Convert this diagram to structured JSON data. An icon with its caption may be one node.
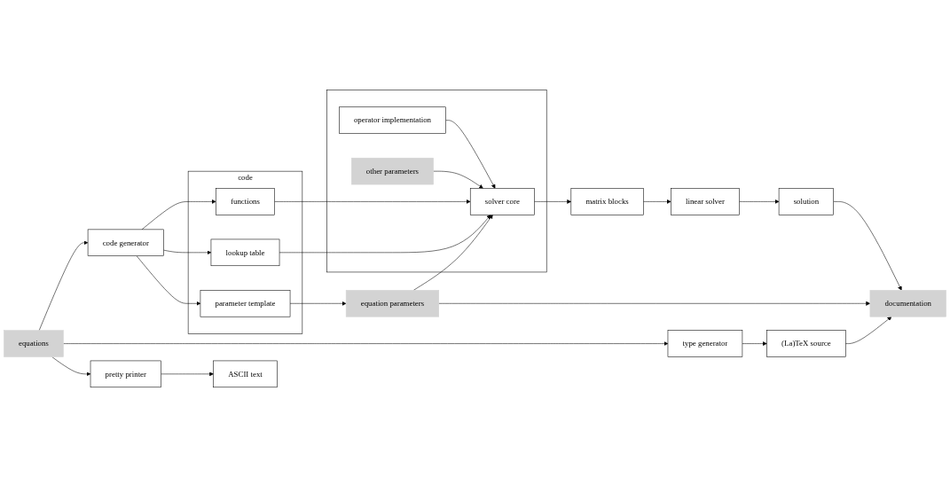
{
  "diagram": {
    "nodes": [
      {
        "text": [
          "code"
        ]
      },
      {
        "text": [
          "functions"
        ],
        "in": 0
      },
      {
        "text": [
          "lookup table"
        ],
        "in": 0
      },
      {
        "text": [
          "parameter template"
        ],
        "in": 0
      },
      {
        "text": [],
        "shape": "box"
      },
      {
        "text": [
          "operator implementation"
        ],
        "in": 4
      },
      {
        "text": [
          "solver core"
        ],
        "in": 4
      },
      {
        "text": [
          "other parameters"
        ],
        "in": 4
      },
      {
        "text": [
          "code generator"
        ]
      },
      {
        "text": [
          "equation parameters"
        ]
      },
      {
        "text": [
          "matrix blocks"
        ]
      },
      {
        "text": [
          "linear solver"
        ]
      },
      {
        "text": [
          "solution"
        ]
      },
      {
        "text": [
          "equations"
        ]
      },
      {
        "text": [
          "type generator"
        ]
      },
      {
        "text": [
          "(La)TeX source"
        ]
      },
      {
        "text": [
          "documentation"
        ]
      },
      {
        "text": [
          "pretty printer"
        ]
      },
      {
        "text": [
          "ASCII text"
        ]
      }
    ],
    "edges": [
      {
        "from": 8,
        "to": 1,
        "arrow": "to"
      },
      {
        "from": 8,
        "to": 2,
        "arrow": "to"
      },
      {
        "from": 8,
        "to": 3,
        "arrow": "to"
      },
      {
        "from": 3,
        "to": 9,
        "arrow": "to"
      },
      {
        "from": 1,
        "to": 6,
        "arrow": "to"
      },
      {
        "from": 2,
        "to": 6,
        "arrow": "to"
      },
      {
        "from": 9,
        "to": 6,
        "arrow": "to"
      },
      {
        "from": 5,
        "to": 6,
        "arrow": "to"
      },
      {
        "from": 7,
        "to": 6,
        "arrow": "to"
      },
      {
        "from": 6,
        "to": 10,
        "arrow": "to"
      },
      {
        "from": 10,
        "to": 11,
        "arrow": "to"
      },
      {
        "from": 11,
        "to": 12,
        "arrow": "to"
      },
      {
        "from": 12,
        "to": 16,
        "arrow": "to"
      },
      {
        "from": 9,
        "to": 16,
        "arrow": "to"
      },
      {
        "from": 13,
        "to": 8,
        "arrow": "to"
      },
      {
        "from": 13,
        "to": 14,
        "arrow": "to"
      },
      {
        "from": 13,
        "to": 17,
        "arrow": "to"
      },
      {
        "from": 14,
        "to": 15,
        "arrow": "to"
      },
      {
        "from": 15,
        "to": 16,
        "arrow": "to"
      },
      {
        "from": 17,
        "to": 18,
        "arrow": "to"
      }
    ]
  }
}
